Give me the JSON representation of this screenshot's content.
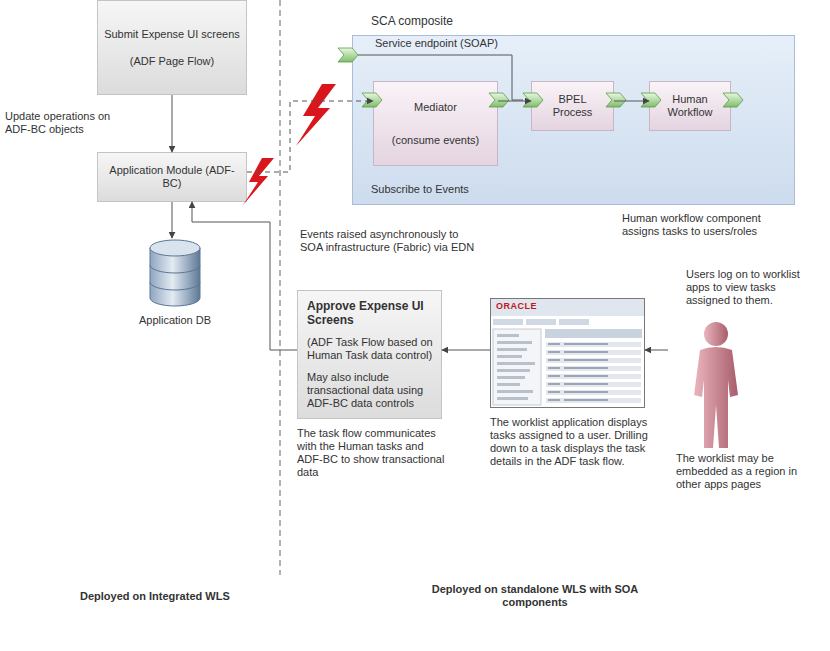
{
  "diagram": {
    "nodes": [
      {
        "text": [
          "Submit Expense UI screens",
          "(ADF Page Flow)"
        ]
      },
      {
        "text": [
          "Application Module (ADF-BC)"
        ]
      },
      {
        "text": [
          "Application DB"
        ]
      },
      {
        "text": [
          "SCA composite",
          "Subscribe to Events"
        ]
      },
      {
        "text": [
          "Mediator",
          "(consume events)"
        ],
        "in": 3
      },
      {
        "text": [
          "BPEL Process"
        ],
        "in": 3
      },
      {
        "text": [
          "Human Workflow"
        ],
        "in": 3
      },
      {
        "text": [
          "Approve Expense UI Screens",
          "(ADF Task Flow based on Human Task data control)",
          "May also include transactional data using ADF-BC data controls"
        ]
      },
      {
        "text": [
          "ORACLE"
        ]
      },
      {
        "text": [
          "Users log on to worklist apps to view tasks assigned to them.",
          "The worklist may be embedded as a region in other apps pages"
        ]
      }
    ],
    "edges": [
      {
        "from": 0,
        "to": 1,
        "arrow": "to",
        "label": "Update operations on ADF-BC objects"
      },
      {
        "from": 1,
        "to": 2,
        "arrow": "to"
      },
      {
        "from": 1,
        "to": 4,
        "arrow": "to"
      },
      {
        "from": 4,
        "to": 5,
        "arrow": "to"
      },
      {
        "from": 5,
        "to": 6,
        "arrow": "to"
      },
      {
        "from": 9,
        "to": 8,
        "arrow": "to"
      },
      {
        "from": 8,
        "to": 7,
        "arrow": "to"
      },
      {
        "from": 7,
        "to": 1,
        "arrow": "to"
      }
    ],
    "labels": [
      "Service endpoint (SOAP)",
      "Events raised asynchronously to SOA infrastructure (Fabric) via EDN",
      "Human workflow component assigns tasks to users/roles",
      "The task flow communicates with the Human tasks and ADF-BC to show transactional data",
      "The worklist application displays tasks assigned to a user. Drilling down to a task displays the task details in the ADF task flow.",
      "Deployed on Integrated WLS",
      "Deployed on standalone WLS with SOA components"
    ]
  }
}
